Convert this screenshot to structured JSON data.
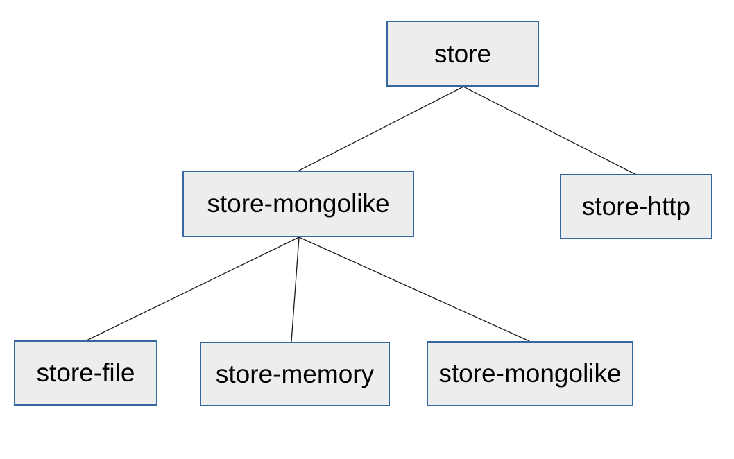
{
  "diagram": {
    "type": "tree",
    "background_color": "#ffffff",
    "node_fill_color": "#ededee",
    "node_border_color": "#35689f",
    "edge_color": "#1a1a1a",
    "text_color": "#000000",
    "nodes": [
      {
        "id": "store",
        "label": "store",
        "level": 0
      },
      {
        "id": "store-mongolike",
        "label": "store-mongolike",
        "level": 1
      },
      {
        "id": "store-http",
        "label": "store-http",
        "level": 1
      },
      {
        "id": "store-file",
        "label": "store-file",
        "level": 2
      },
      {
        "id": "store-memory",
        "label": "store-memory",
        "level": 2
      },
      {
        "id": "store-mongolike-2",
        "label": "store-mongolike",
        "level": 2
      }
    ],
    "edges": [
      {
        "from": "store",
        "to": "store-mongolike"
      },
      {
        "from": "store",
        "to": "store-http"
      },
      {
        "from": "store-mongolike",
        "to": "store-file"
      },
      {
        "from": "store-mongolike",
        "to": "store-memory"
      },
      {
        "from": "store-mongolike",
        "to": "store-mongolike-2"
      }
    ]
  }
}
